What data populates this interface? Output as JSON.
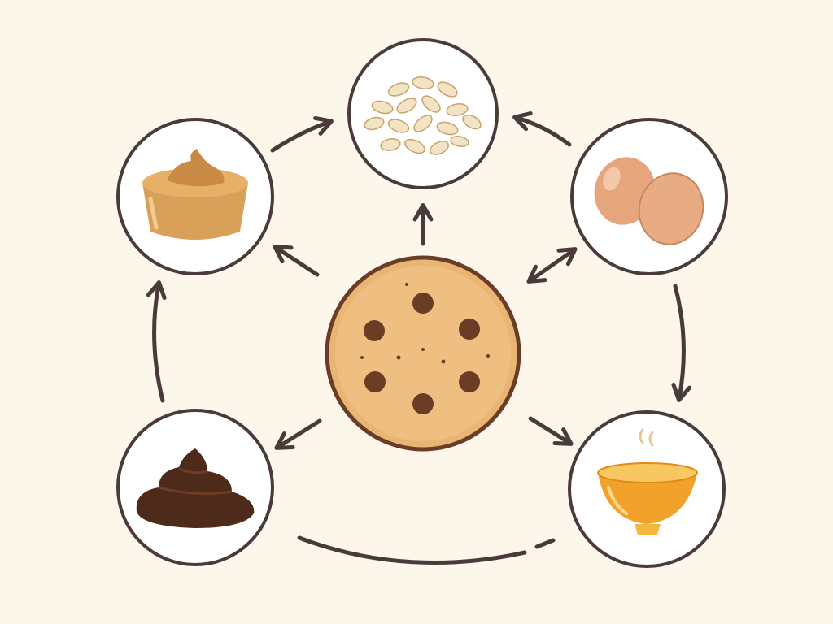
{
  "colors": {
    "background": "#fcf7ea",
    "outline": "#4a3a3a",
    "cookie": "#e8b574",
    "chip": "#6b3d26",
    "peanut_butter": "#d9a05a",
    "egg": "#e6a57c",
    "chocolate": "#4e2a1a",
    "honey": "#f2a22a",
    "oats": "#f1e3c4"
  },
  "nodes": [
    {
      "id": "center",
      "icon": "cookie-icon"
    },
    {
      "id": "top",
      "icon": "oats-icon"
    },
    {
      "id": "top-left",
      "icon": "peanut-butter-icon"
    },
    {
      "id": "top-right",
      "icon": "eggs-icon"
    },
    {
      "id": "bottom-left",
      "icon": "chocolate-icon"
    },
    {
      "id": "bottom-right",
      "icon": "honey-bowl-icon"
    }
  ]
}
